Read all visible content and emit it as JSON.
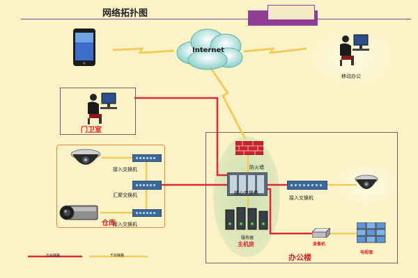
{
  "title": "网络拓扑图",
  "labels": {
    "internet": "Internet",
    "mobile_office": "移动办公",
    "guard_room": "门卫室",
    "access_switch_1": "接入交换机",
    "aggregation_switch": "汇聚交换机",
    "access_switch_2": "接入交换机",
    "warehouse": "仓库",
    "firewall": "防火墙",
    "core_switch": "核心交换机",
    "access_switch_3": "接入交换机",
    "server": "服务器",
    "host_room": "主机房",
    "recorder": "录像机",
    "tv_wall": "电视墙",
    "office_building": "办公楼"
  },
  "legend": {
    "red_line": "万兆链路",
    "yellow_line": "千兆链路"
  },
  "colors": {
    "background": "#fbf3c7",
    "red_link": "#e0273a",
    "yellow_link": "#f2cc5a",
    "title_rule": "#8e3f95",
    "warehouse_border": "#e58a3a"
  }
}
